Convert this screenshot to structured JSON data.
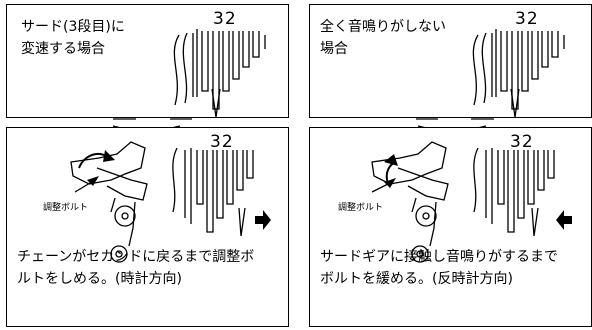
{
  "panels": {
    "case_third_gear": {
      "lines": [
        "サード(3段目)に",
        "変速する場合"
      ],
      "cog_count_label": "32"
    },
    "case_no_noise": {
      "lines": [
        "全く音鳴りがしない",
        "場合"
      ],
      "cog_count_label": "32"
    },
    "tighten": {
      "cog_count_label": "32",
      "bolt_label": "調整ボルト",
      "caption_lines": [
        "チェーンがセカンドに戻るまで調整ボ",
        "ルトをしめる。(時計方向)"
      ]
    },
    "loosen": {
      "cog_count_label": "32",
      "bolt_label": "調整ボルト",
      "caption_lines": [
        "サードギアに接触し音鳴りがするまで",
        "ボルトを緩める。(反時計方向)"
      ]
    }
  }
}
